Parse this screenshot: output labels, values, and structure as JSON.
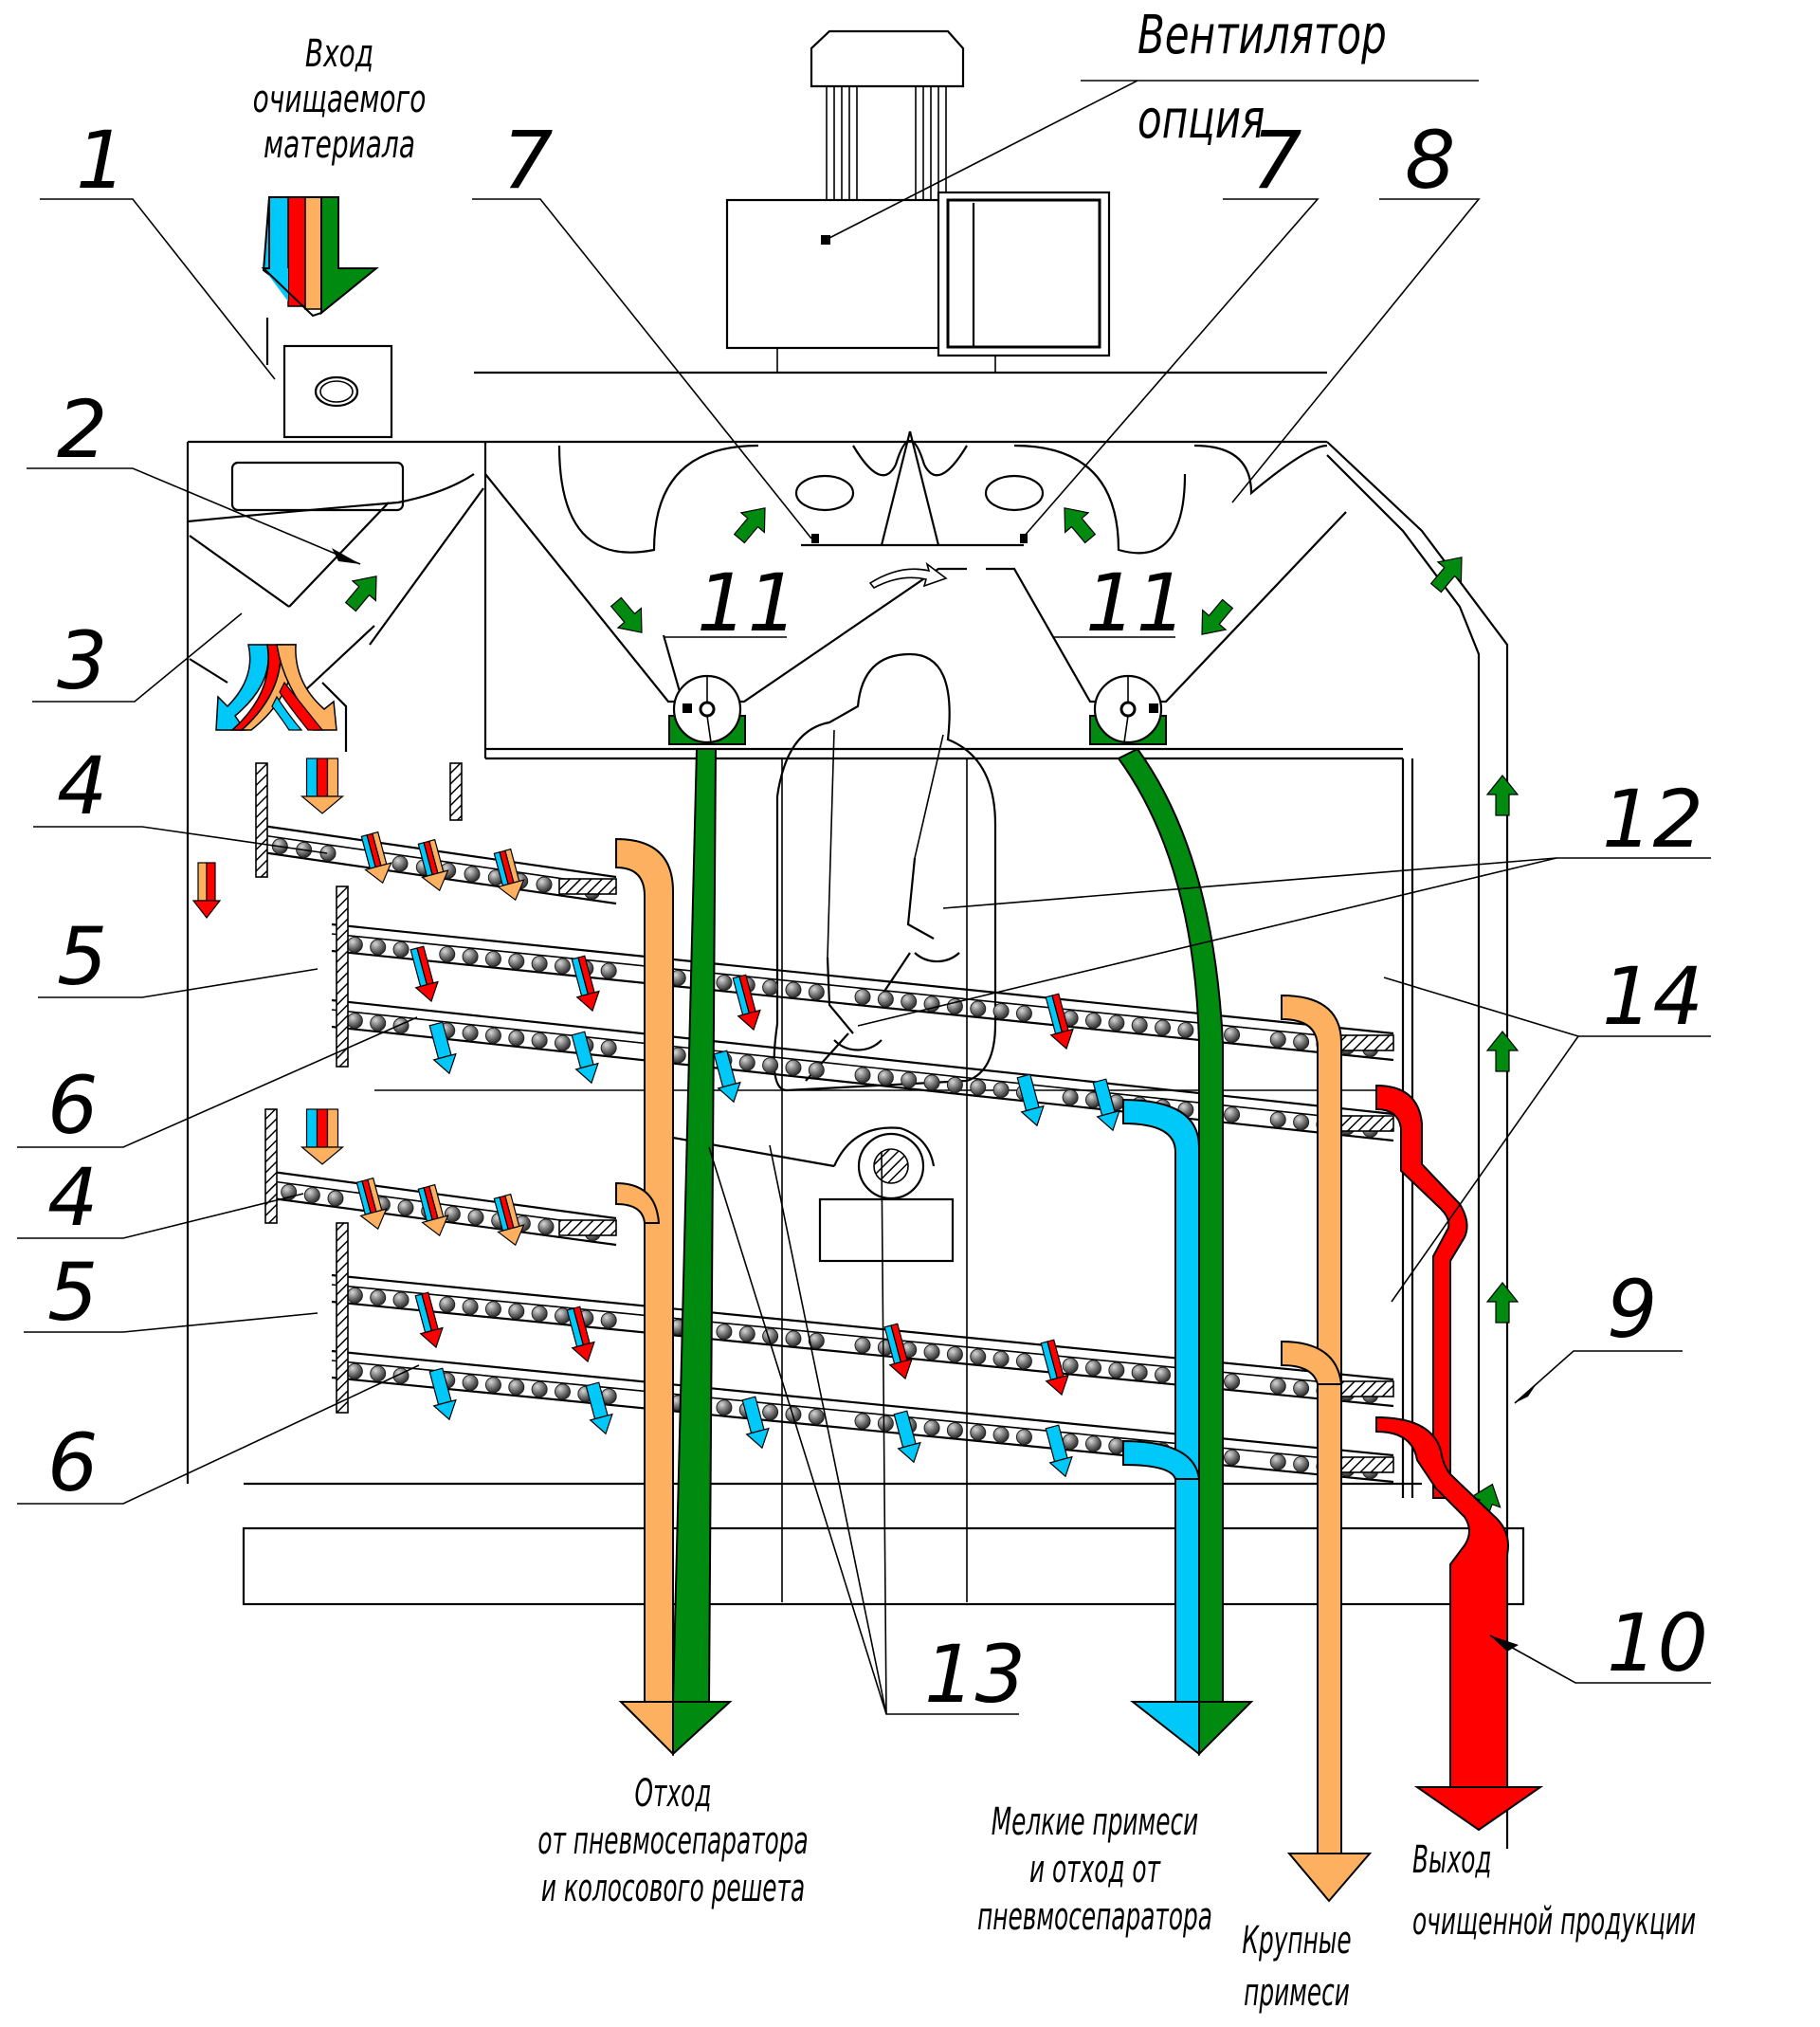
{
  "title": "Схема сепаратора зерна",
  "colors": {
    "blue": "#00c8f8",
    "red": "#ff0000",
    "orange": "#fcb060",
    "green": "#008a10",
    "line": "#000000"
  },
  "labels": {
    "inlet": [
      "Вход",
      "очищаемого",
      "материала"
    ],
    "fan": "Вентилятор",
    "fan_option": "опция",
    "outlet_waste_air": [
      "Отход",
      "от пневмосепаратора",
      "и колосового решета"
    ],
    "outlet_small": [
      "Мелкие примеси",
      "и отход от",
      "пневмосепаратора"
    ],
    "outlet_large": [
      "Крупные",
      "примеси"
    ],
    "outlet_clean": [
      "Выход",
      "очищенной продукции"
    ]
  },
  "callouts": [
    {
      "id": "1",
      "label": "1"
    },
    {
      "id": "2",
      "label": "2"
    },
    {
      "id": "3",
      "label": "3"
    },
    {
      "id": "4a",
      "label": "4"
    },
    {
      "id": "5a",
      "label": "5"
    },
    {
      "id": "6a",
      "label": "6"
    },
    {
      "id": "4b",
      "label": "4"
    },
    {
      "id": "5b",
      "label": "5"
    },
    {
      "id": "6b",
      "label": "6"
    },
    {
      "id": "7a",
      "label": "7"
    },
    {
      "id": "7b",
      "label": "7"
    },
    {
      "id": "8",
      "label": "8"
    },
    {
      "id": "9",
      "label": "9"
    },
    {
      "id": "10",
      "label": "10"
    },
    {
      "id": "11a",
      "label": "11"
    },
    {
      "id": "11b",
      "label": "11"
    },
    {
      "id": "12",
      "label": "12"
    },
    {
      "id": "13",
      "label": "13"
    },
    {
      "id": "14",
      "label": "14"
    }
  ],
  "flows": [
    {
      "name": "air-flow",
      "color": "green"
    },
    {
      "name": "small-impurities",
      "color": "blue"
    },
    {
      "name": "clean-product",
      "color": "red"
    },
    {
      "name": "large-impurities",
      "color": "orange"
    }
  ]
}
